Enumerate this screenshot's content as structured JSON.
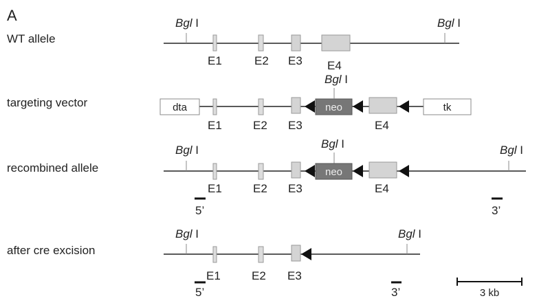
{
  "panel_label": "A",
  "enzyme": {
    "italic": "Bgl",
    "roman": " I"
  },
  "colors": {
    "line": "#222222",
    "exon_small": "#dddddd",
    "exon_large": "#d4d4d4",
    "neo": "#777777",
    "white_cassette": "#ffffff",
    "stroke": "#888888"
  },
  "rows": [
    {
      "label": "WT allele",
      "exons": [
        "E1",
        "E2",
        "E3",
        "E4"
      ]
    },
    {
      "label": "targeting vector",
      "exons": [
        "E1",
        "E2",
        "E3",
        "E4"
      ],
      "cassettes": [
        "dta",
        "neo",
        "tk"
      ]
    },
    {
      "label": "recombined allele",
      "exons": [
        "E1",
        "E2",
        "E3",
        "E4"
      ],
      "cassettes": [
        "neo"
      ],
      "probes": [
        "5’",
        "3’"
      ]
    },
    {
      "label": "after cre excision",
      "exons": [
        "E1",
        "E2",
        "E3"
      ],
      "probes": [
        "5’",
        "3’"
      ]
    }
  ],
  "scale_bar": {
    "label": "3 kb"
  }
}
